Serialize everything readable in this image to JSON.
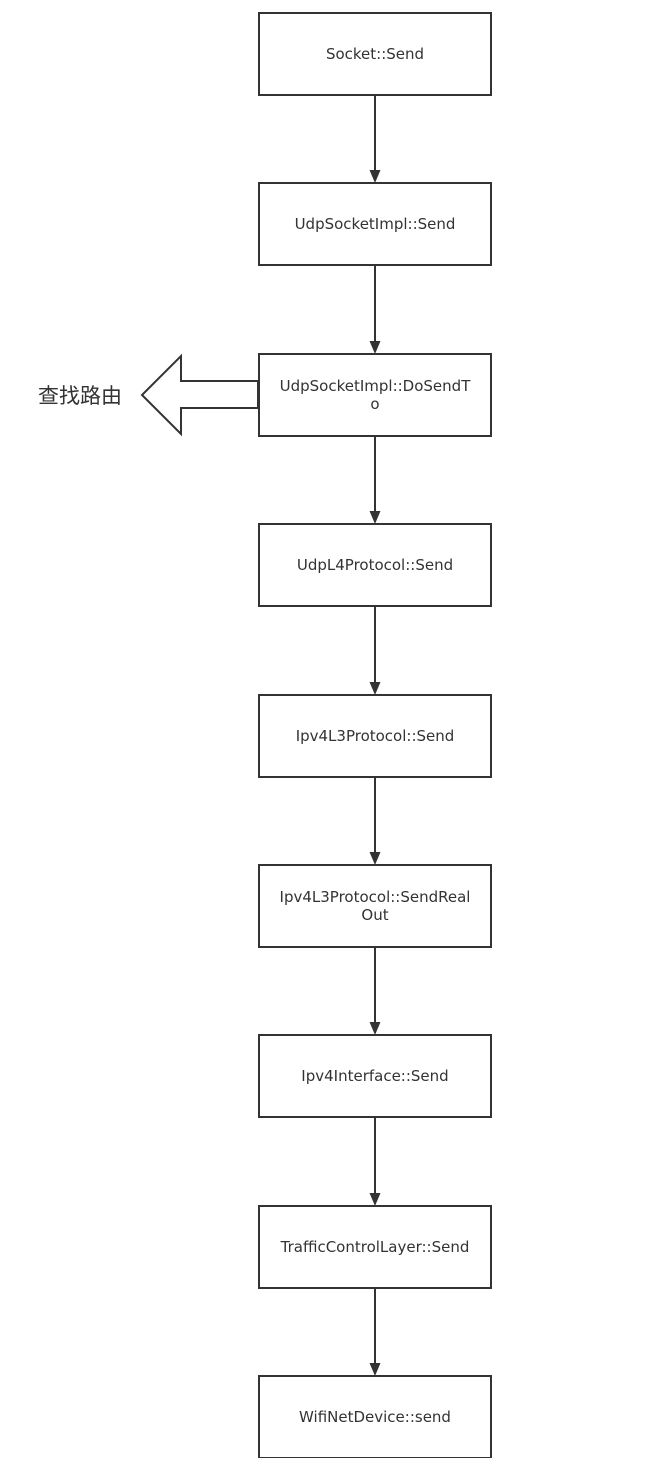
{
  "nodes": [
    {
      "id": "socket-send",
      "lines": [
        "Socket::Send"
      ]
    },
    {
      "id": "udp-socket-impl-send",
      "lines": [
        "UdpSocketImpl::Send"
      ]
    },
    {
      "id": "udp-socket-impl-dosendto",
      "lines": [
        "UdpSocketImpl::DoSendT",
        "o"
      ]
    },
    {
      "id": "udp-l4-protocol-send",
      "lines": [
        "UdpL4Protocol::Send"
      ]
    },
    {
      "id": "ipv4-l3-protocol-send",
      "lines": [
        "Ipv4L3Protocol::Send"
      ]
    },
    {
      "id": "ipv4-l3-protocol-sendrealout",
      "lines": [
        "Ipv4L3Protocol::SendReal",
        "Out"
      ]
    },
    {
      "id": "ipv4-interface-send",
      "lines": [
        "Ipv4Interface::Send"
      ]
    },
    {
      "id": "traffic-control-layer-send",
      "lines": [
        "TrafficControlLayer::Send"
      ]
    },
    {
      "id": "wifi-net-device-send",
      "lines": [
        "WifiNetDevice::send"
      ]
    }
  ],
  "edges": [
    {
      "from": "socket-send",
      "to": "udp-socket-impl-send"
    },
    {
      "from": "udp-socket-impl-send",
      "to": "udp-socket-impl-dosendto"
    },
    {
      "from": "udp-socket-impl-dosendto",
      "to": "udp-l4-protocol-send"
    },
    {
      "from": "udp-l4-protocol-send",
      "to": "ipv4-l3-protocol-send"
    },
    {
      "from": "ipv4-l3-protocol-send",
      "to": "ipv4-l3-protocol-sendrealout"
    },
    {
      "from": "ipv4-l3-protocol-sendrealout",
      "to": "ipv4-interface-send"
    },
    {
      "from": "ipv4-interface-send",
      "to": "traffic-control-layer-send"
    },
    {
      "from": "traffic-control-layer-send",
      "to": "wifi-net-device-send"
    }
  ],
  "side_branch": {
    "from": "udp-socket-impl-dosendto",
    "label": "查找路由"
  },
  "colors": {
    "stroke": "#333333",
    "text": "#333333",
    "background": "#ffffff"
  }
}
